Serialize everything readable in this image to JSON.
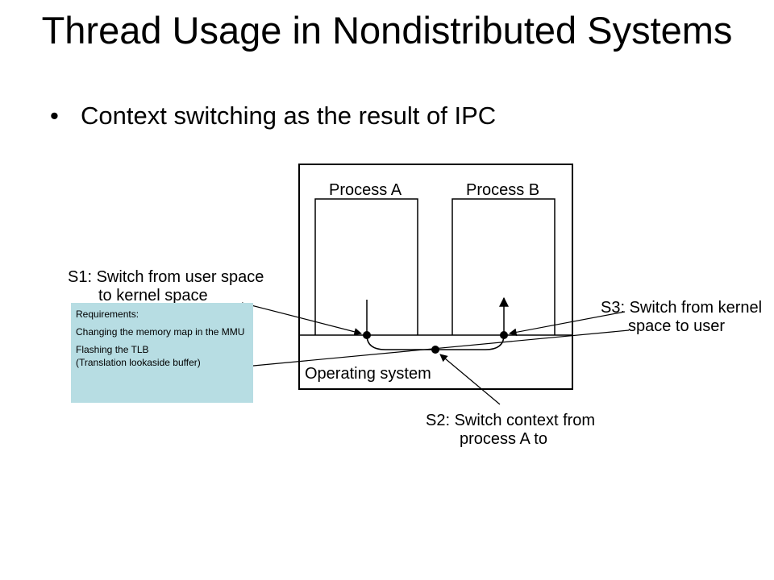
{
  "slide": {
    "title": "Thread Usage in Nondistributed Systems",
    "bullet": "Context switching as the result of IPC"
  },
  "diagram": {
    "process_a": "Process A",
    "process_b": "Process B",
    "os_label": "Operating system",
    "s1_line1": "S1: Switch from user space",
    "s1_line2": "to kernel space",
    "s2_line1": "S2: Switch context from",
    "s2_line2": "process A to",
    "s3_line1": "S3: Switch from kernel",
    "s3_line2": "space to user"
  },
  "note": {
    "heading": "Requirements:",
    "item1": "Changing the memory map in the MMU",
    "item2_line1": "Flashing the TLB",
    "item2_line2": "(Translation lookaside buffer)"
  },
  "colors": {
    "note_background": "#b7dde3"
  }
}
